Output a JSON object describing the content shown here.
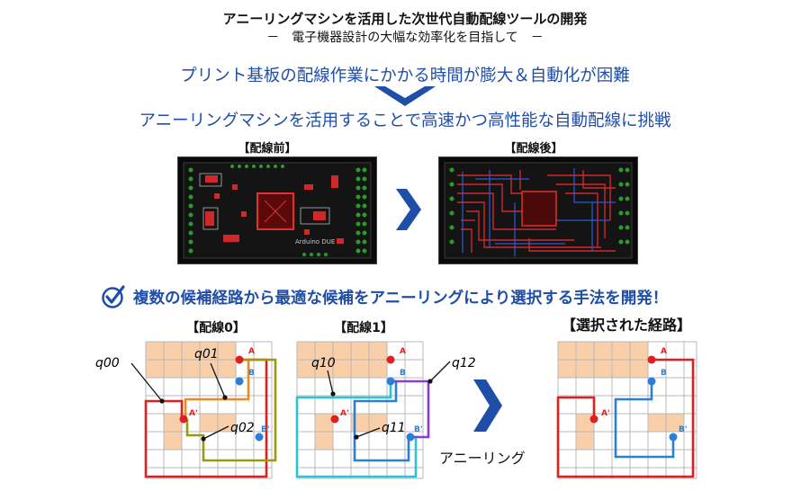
{
  "header": {
    "title": "アニーリングマシンを活用した次世代自動配線ツールの開発",
    "subtitle": "－　電子機器設計の大幅な効率化を目指して　－"
  },
  "problem_text": "プリント基板の配線作業にかかる時間が膨大＆自動化が困難",
  "challenge_text": "アニーリングマシンを活用することで高速かつ高性能な自動配線に挑戦",
  "pcb": {
    "before_label": "【配線前】",
    "after_label": "【配線後】",
    "board_text": "Arduino DUE"
  },
  "method_text": "複数の候補経路から最適な候補をアニーリングにより選択する手法を開発！",
  "grids": {
    "wiring0_label": "【配線0】",
    "wiring1_label": "【配線1】",
    "selected_label": "【選択された経路】",
    "annealing_label": "アニーリング",
    "q00": "q00",
    "q01": "q01",
    "q02": "q02",
    "q10": "q10",
    "q11": "q11",
    "q12": "q12",
    "A": "A",
    "B": "B",
    "A_prime": "A'",
    "B_prime": "B'"
  },
  "colors": {
    "accent_blue": "#1f4ea8",
    "block_fill": "#f8cfa9",
    "route_red": "#e02020",
    "route_orange": "#f08a1c",
    "route_olive": "#9a9a10",
    "route_cyan": "#2ac6d6",
    "route_blue": "#2a7fd8",
    "route_purple": "#8a3cd6"
  }
}
